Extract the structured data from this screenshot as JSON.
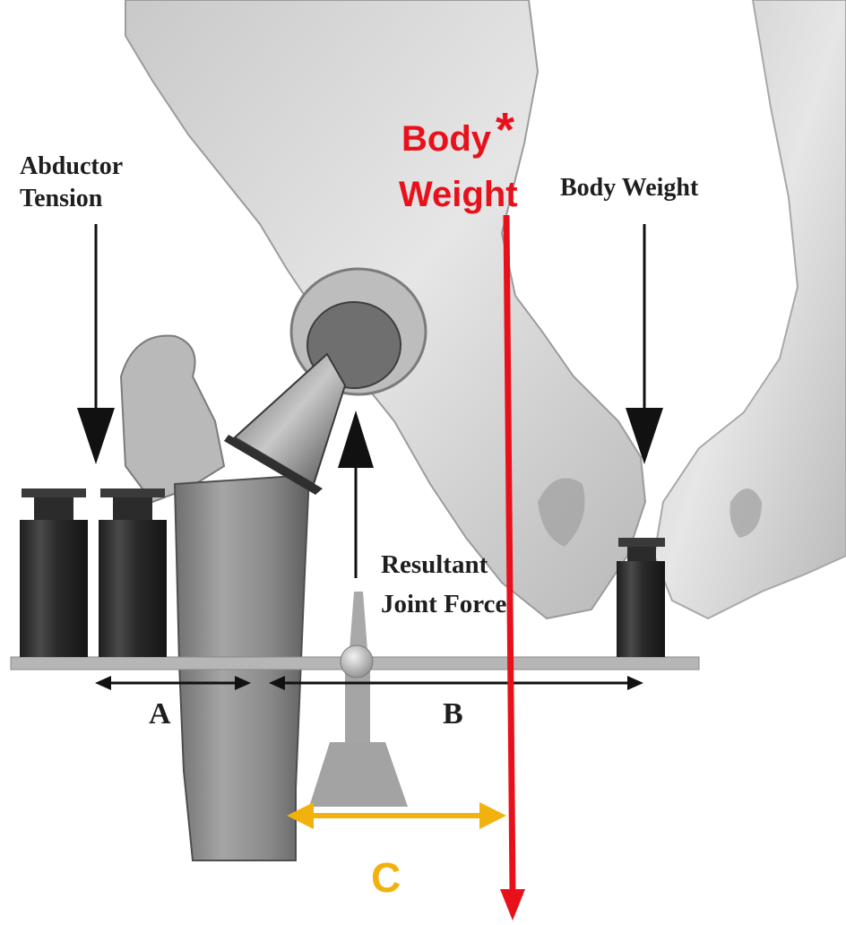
{
  "labels": {
    "abductor_line1": "Abductor",
    "abductor_line2": "Tension",
    "body_weight": "Body Weight",
    "resultant_line1": "Resultant",
    "resultant_line2": "Joint Force",
    "dist_a": "A",
    "dist_b": "B",
    "red_body": "Body",
    "red_weight": "Weight",
    "red_asterisk": "*",
    "dist_c": "C"
  },
  "colors": {
    "red_line": "#e8111b",
    "c_arrow": "#f2b20d",
    "black_arrow": "#111111",
    "bone": "#d6d6d6",
    "bone_dark": "#9c9c9c",
    "femur": "#8c8c8c",
    "weight": "#2e2e2e",
    "beam": "#b4b4b4"
  }
}
